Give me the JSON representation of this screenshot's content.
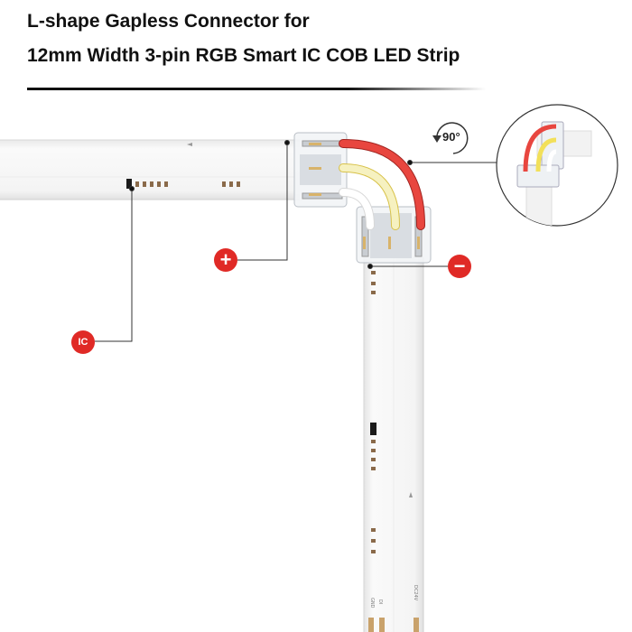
{
  "title": {
    "line1": "L-shape Gapless Connector for",
    "line2": "12mm Width 3-pin RGB Smart IC COB LED Strip"
  },
  "badges": {
    "plus": "+",
    "minus": "−",
    "ic": "IC"
  },
  "rotation": {
    "label": "90°"
  },
  "strip_markings": {
    "voltage": "DC24V",
    "pin_gnd": "GND",
    "pin_di": "DI"
  },
  "colors": {
    "badge": "#e02a26",
    "wire_red": "#e8463f",
    "wire_yellow": "#f2e05a",
    "strip": "#f3f3f3"
  },
  "icons": [
    "rotate-90-icon",
    "plus-icon",
    "minus-icon",
    "ic-icon"
  ]
}
